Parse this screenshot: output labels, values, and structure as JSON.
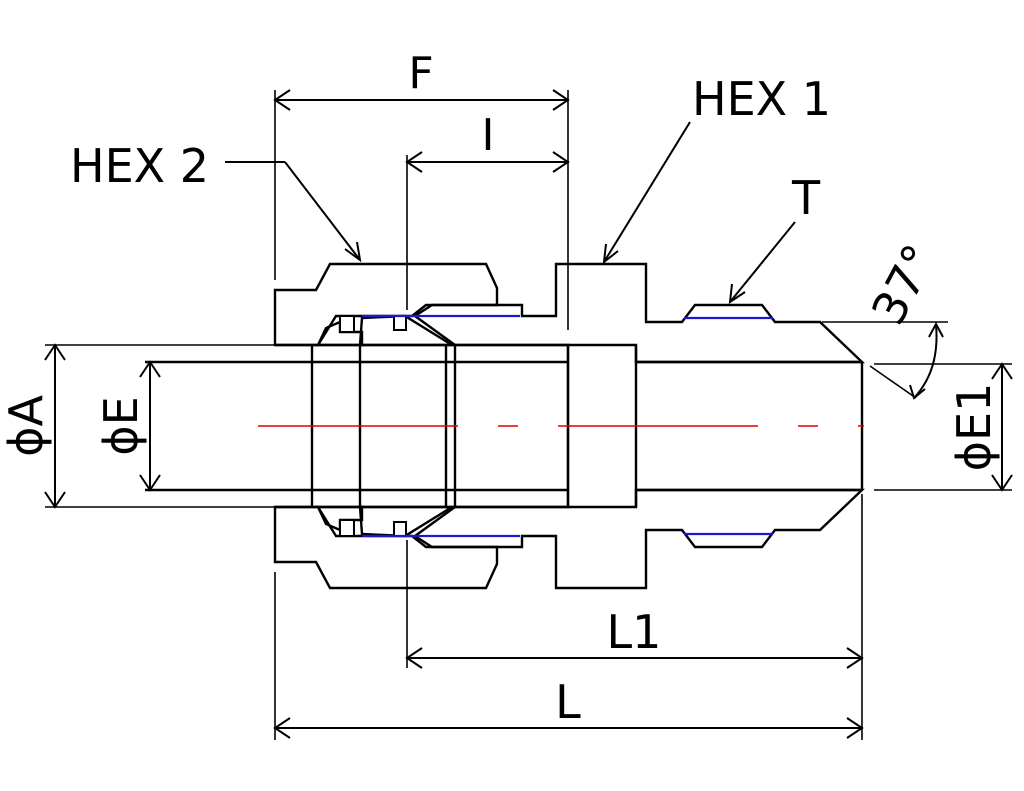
{
  "labels": {
    "F": "F",
    "I": "I",
    "hex1": "HEX 1",
    "hex2": "HEX 2",
    "T": "T",
    "angle": "37°",
    "phiA": "ϕA",
    "phiE": "ϕE",
    "phiE1": "ϕE1",
    "L1": "L1",
    "L": "L"
  },
  "colors": {
    "nut": "#7a7a7a",
    "body": "#b4b4b4",
    "ferrule": "#c4c4c4",
    "bore": "#ffffff",
    "thread": "#1a1acc",
    "centerline": "#e00000",
    "line": "#000000"
  }
}
